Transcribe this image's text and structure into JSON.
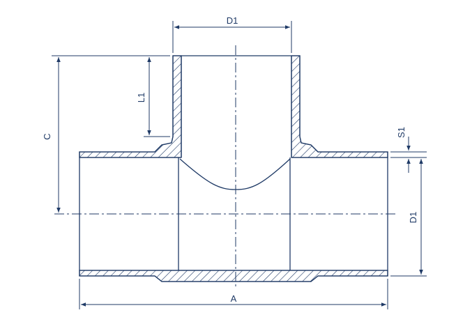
{
  "drawing": {
    "line_color": "#1f3a66",
    "labels": {
      "d1_top": "D1",
      "c": "C",
      "l1": "L1",
      "s1": "S1",
      "d1_right": "D1",
      "a": "A"
    }
  }
}
